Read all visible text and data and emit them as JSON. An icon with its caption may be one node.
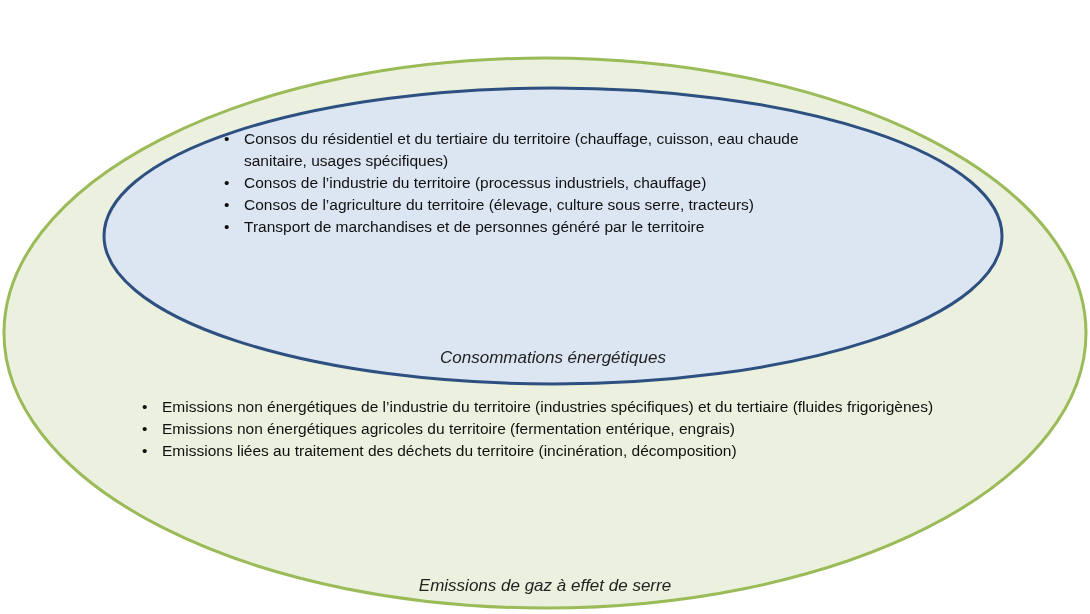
{
  "diagram": {
    "nodes": [
      {
        "text": [
          "Emissions non énergétiques de l’industrie du territoire (industries spécifiques) et du tertiaire (fluides frigorigènes)",
          "Emissions non énergétiques agricoles du territoire (fermentation entérique, engrais)",
          "Emissions liées au traitement des déchets du territoire (incinération, décomposition)",
          "Emissions de gaz à effet de serre"
        ]
      },
      {
        "text": [
          "Consos du résidentiel et du tertiaire du territoire (chauffage, cuisson, eau chaude sanitaire, usages spécifiques)",
          "Consos de l’industrie du territoire (processus industriels, chauffage)",
          "Consos de l’agriculture du territoire (élevage, culture sous serre, tracteurs)",
          "Transport de marchandises et de personnes généré par le territoire",
          "Consommations énergétiques"
        ],
        "in": 0
      }
    ],
    "labels": [
      "•",
      "•",
      "•",
      "•",
      "•",
      "•",
      "•"
    ]
  }
}
